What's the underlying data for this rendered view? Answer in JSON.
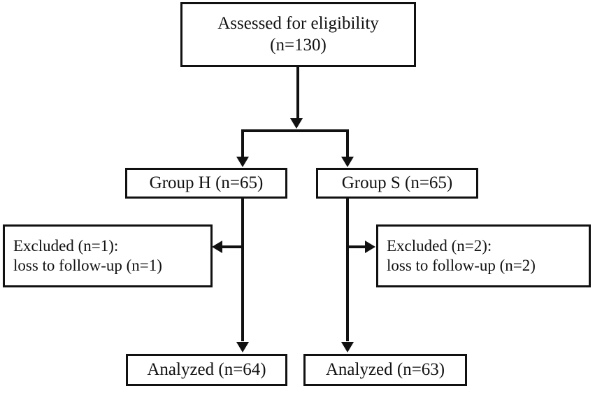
{
  "diagram": {
    "type": "consort-flow-diagram",
    "nodes": {
      "assessed": {
        "line1": "Assessed for eligibility",
        "line2": "(n=130)"
      },
      "group_h": {
        "line1": "Group H (n=65)"
      },
      "group_s": {
        "line1": "Group S (n=65)"
      },
      "excluded_h": {
        "line1": "Excluded (n=1):",
        "line2": "loss to follow-up (n=1)"
      },
      "excluded_s": {
        "line1": "Excluded (n=2):",
        "line2": "loss to follow-up (n=2)"
      },
      "analyzed_h": {
        "line1": "Analyzed (n=64)"
      },
      "analyzed_s": {
        "line1": "Analyzed (n=63)"
      }
    },
    "colors": {
      "stroke": "#111111",
      "background": "#ffffff",
      "text": "#111111"
    }
  }
}
